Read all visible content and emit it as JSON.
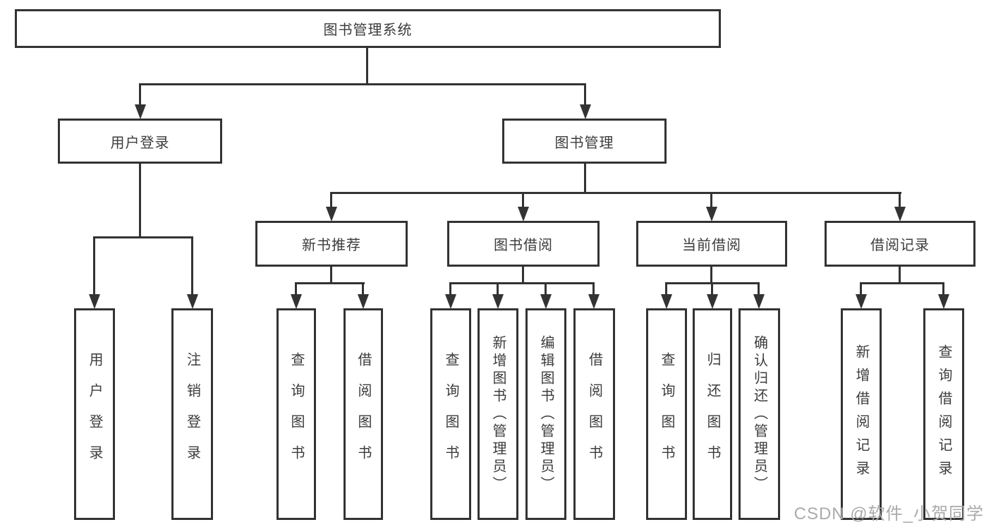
{
  "diagram": {
    "root": {
      "label": "图书管理系统"
    },
    "level2": {
      "user_login": {
        "label": "用户登录"
      },
      "book_mgmt": {
        "label": "图书管理"
      }
    },
    "level3": {
      "new_books": {
        "label": "新书推荐"
      },
      "book_borrow": {
        "label": "图书借阅"
      },
      "current_borrow": {
        "label": "当前借阅"
      },
      "borrow_records": {
        "label": "借阅记录"
      }
    },
    "leaves": {
      "user_login": [
        "用户登录",
        "注销登录"
      ],
      "new_books": [
        "查询图书",
        "借阅图书"
      ],
      "book_borrow": [
        "查询图书",
        "新增图书（管理员）",
        "编辑图书（管理员）",
        "借阅图书"
      ],
      "current_borrow": [
        "查询图书",
        "归还图书",
        "确认归还（管理员）"
      ],
      "borrow_records": [
        "新增借阅记录",
        "查询借阅记录"
      ]
    }
  },
  "watermark": {
    "text": "CSDN @软件_小贺同学"
  },
  "colors": {
    "line": "#333333",
    "text": "#3c3c3c",
    "watermark": "#ababab",
    "background": "#ffffff"
  }
}
